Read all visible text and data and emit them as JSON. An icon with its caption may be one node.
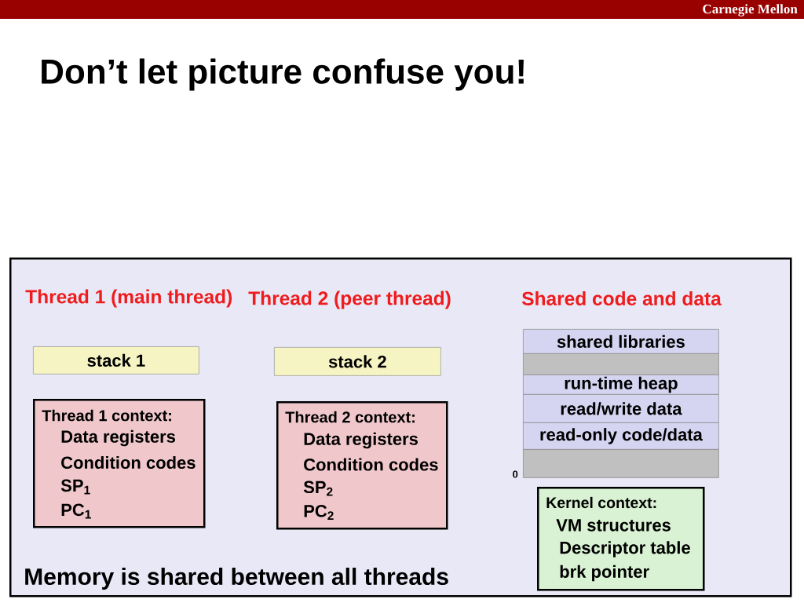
{
  "diagram": {
    "title": "Don’t let picture confuse you!",
    "nodes": [
      {
        "text": [
          "Memory is shared between all threads"
        ]
      },
      {
        "text": [
          "stack 1"
        ],
        "in": 0
      },
      {
        "text": [
          "Thread 1 context:",
          "Data registers",
          "Condition codes",
          "SP$_{1}$",
          "PC$_{1}$"
        ],
        "in": 0
      },
      {
        "text": [
          "stack 2"
        ],
        "in": 0
      },
      {
        "text": [
          "Thread 2 context:",
          "Data registers",
          "Condition codes",
          "SP$_{2}$",
          "PC$_{2}$"
        ],
        "in": 0
      },
      {
        "text": [
          "shared libraries"
        ],
        "in": 0
      },
      {
        "text": [],
        "shape": "box",
        "in": 0
      },
      {
        "text": [
          "run-time heap"
        ],
        "in": 0
      },
      {
        "text": [
          "read/write data"
        ],
        "in": 0
      },
      {
        "text": [
          "read-only code/data"
        ],
        "in": 0
      },
      {
        "text": [],
        "shape": "box",
        "in": 0,
        "beside": [
          "0"
        ]
      },
      {
        "text": [
          "Kernel context:",
          "VM structures",
          "Descriptor table",
          "brk pointer"
        ],
        "in": 0
      }
    ],
    "labels": [
      "Carnegie Mellon",
      "Thread 1 (main thread)",
      "Thread 2 (peer thread)",
      "Shared code and data"
    ]
  }
}
